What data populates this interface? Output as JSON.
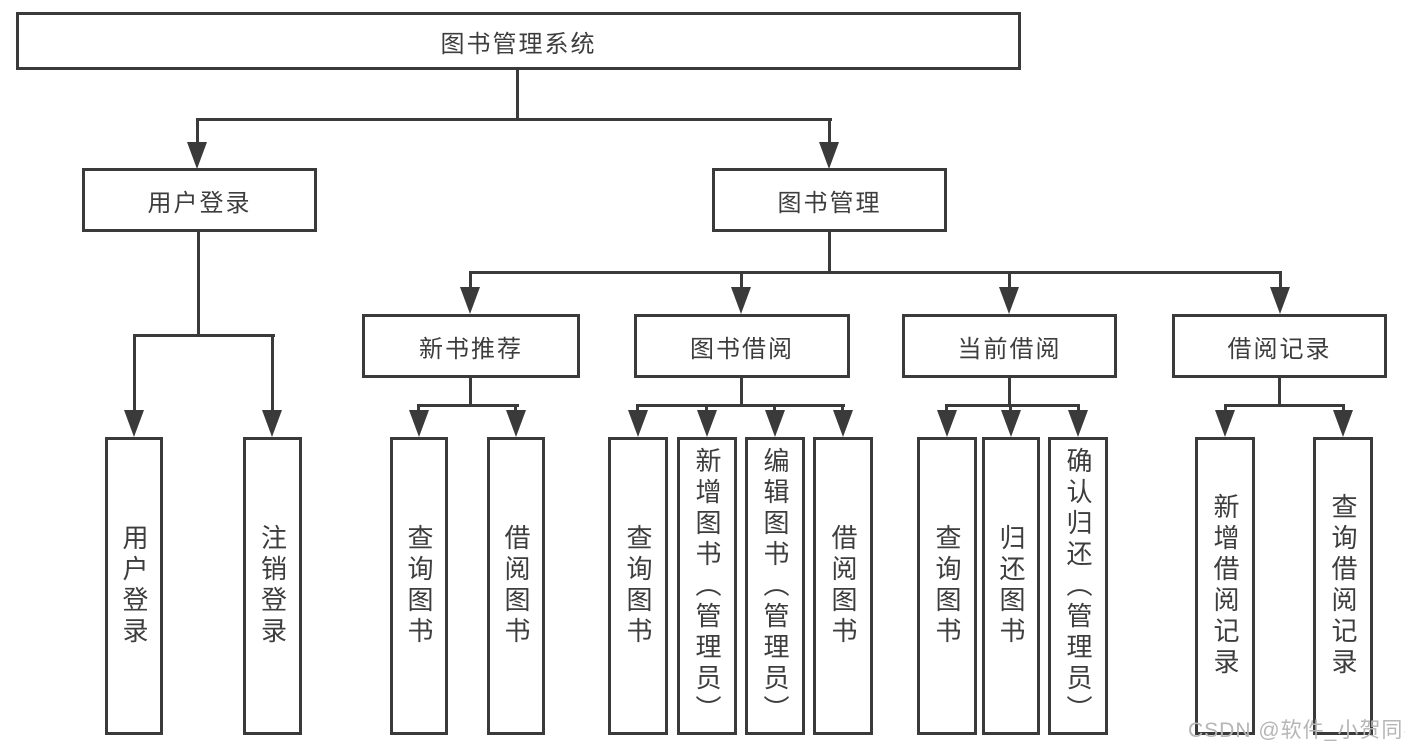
{
  "diagram_title": "图书管理系统",
  "nodes": {
    "user_login": {
      "label": "用户登录",
      "children": [
        "用户登录",
        "注销登录"
      ]
    },
    "book_management": {
      "label": "图书管理"
    },
    "new_book": {
      "label": "新书推荐",
      "children": [
        "查询图书",
        "借阅图书"
      ]
    },
    "book_borrow": {
      "label": "图书借阅",
      "children": [
        "查询图书",
        "新增图书（管理员）",
        "编辑图书（管理员）",
        "借阅图书"
      ]
    },
    "current_borrow": {
      "label": "当前借阅",
      "children": [
        "查询图书",
        "归还图书",
        "确认归还（管理员）"
      ]
    },
    "borrow_records": {
      "label": "借阅记录",
      "children": [
        "新增借阅记录",
        "查询借阅记录"
      ]
    }
  },
  "watermark": "CSDN @软件_小贺同学",
  "colors": {
    "line": "#3a3a3a",
    "text": "#3d3d3d",
    "watermark": "#b6b6b6",
    "background": "#ffffff"
  }
}
